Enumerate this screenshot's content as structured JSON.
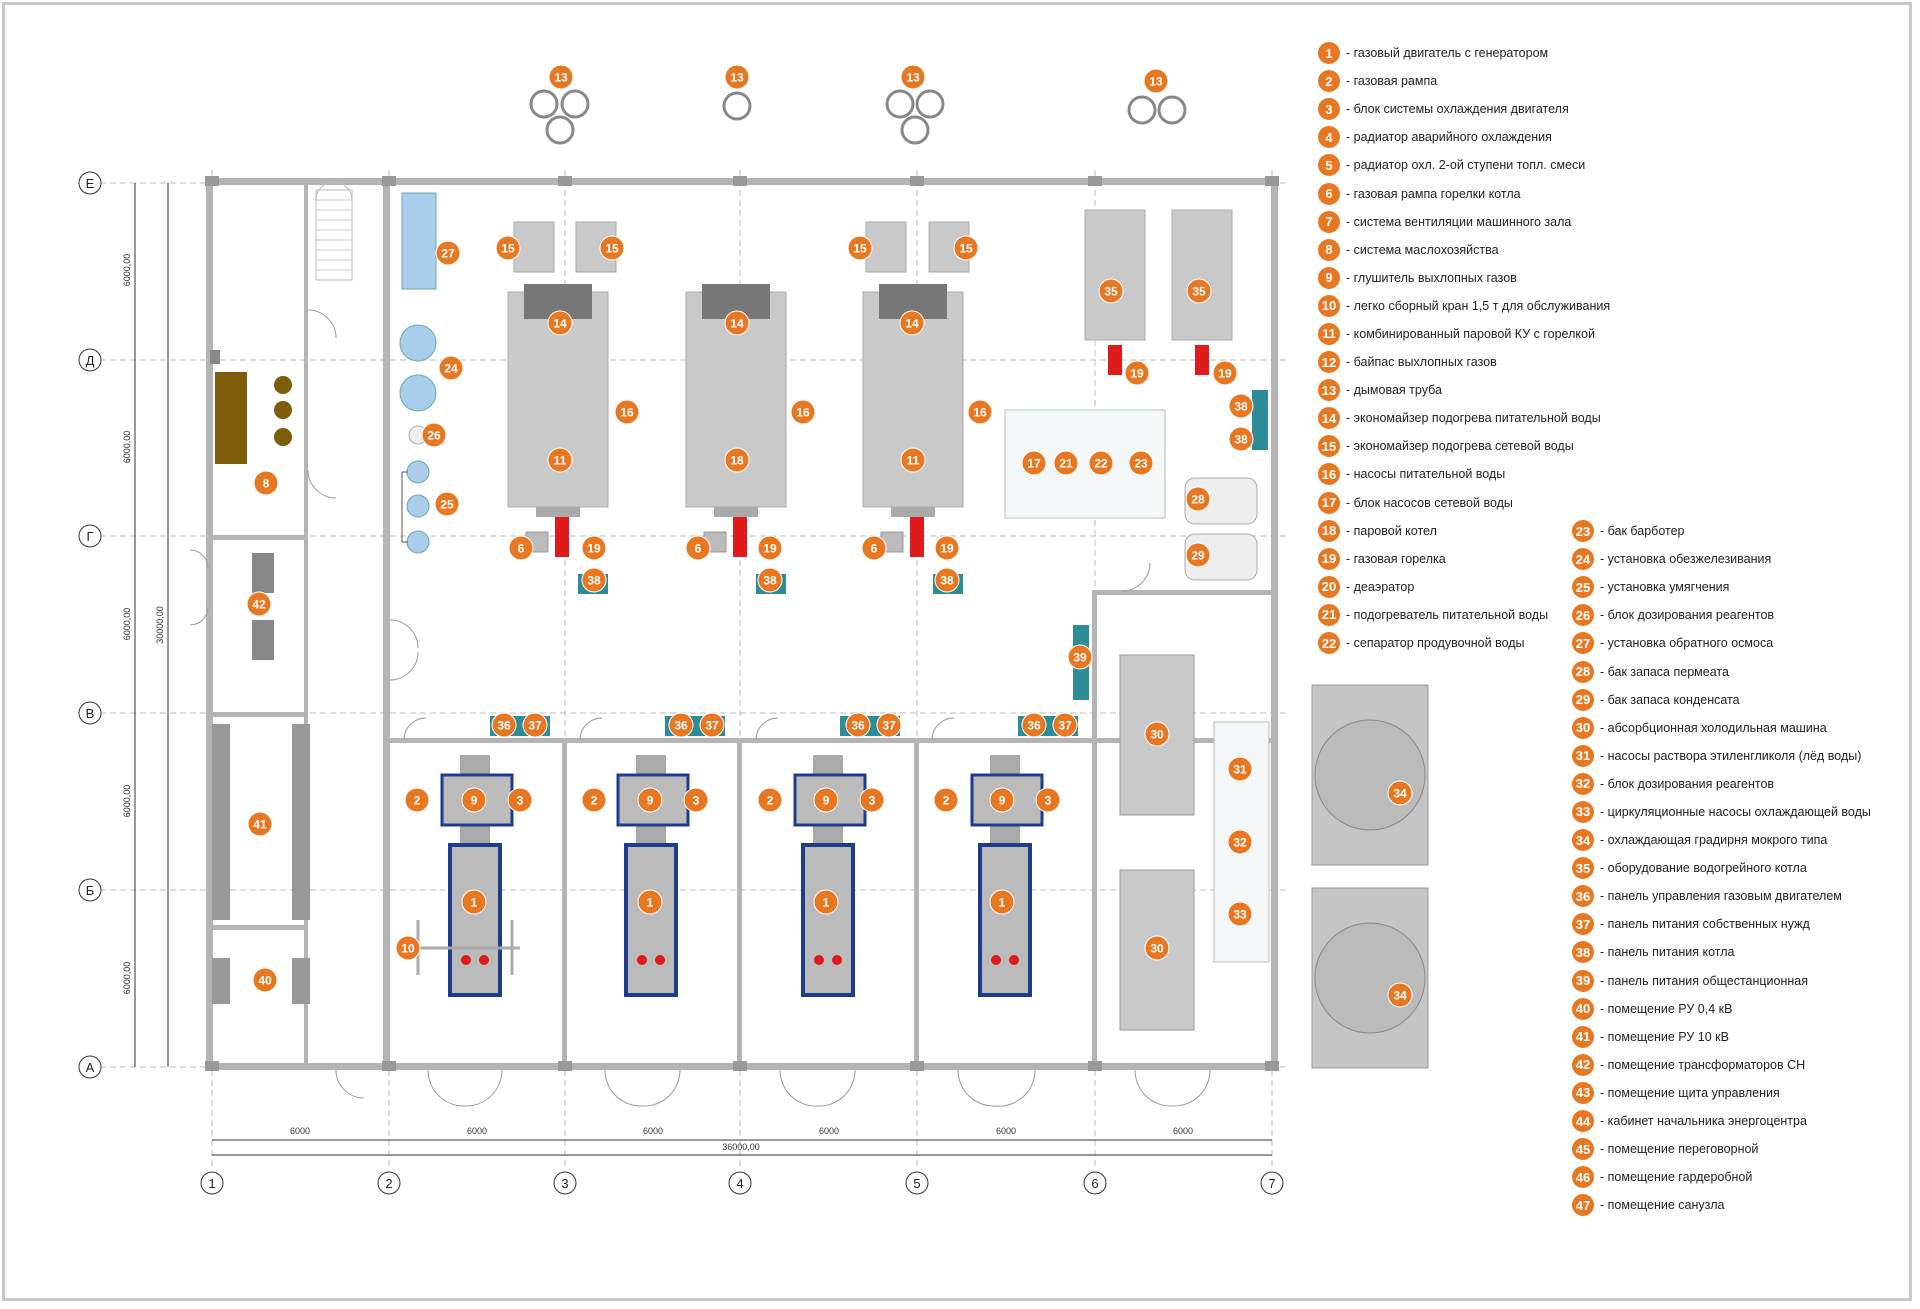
{
  "axes": {
    "rows": [
      "Е",
      "Д",
      "Г",
      "В",
      "Б",
      "А"
    ],
    "columns": [
      "1",
      "2",
      "3",
      "4",
      "5",
      "6",
      "7"
    ]
  },
  "dimensions": {
    "bay_width": "6000",
    "total_width": "36000,00",
    "row_spacing": "6000,00",
    "total_height": "30000,00"
  },
  "legend": {
    "items": [
      {
        "num": "1",
        "text": "- газовый двигатель с генератором"
      },
      {
        "num": "2",
        "text": "- газовая рампа"
      },
      {
        "num": "3",
        "text": "- блок системы охлаждения двигателя"
      },
      {
        "num": "4",
        "text": "- радиатор аварийного охлаждения"
      },
      {
        "num": "5",
        "text": "- радиатор охл. 2-ой ступени топл. смеси"
      },
      {
        "num": "6",
        "text": "- газовая рампа горелки котла"
      },
      {
        "num": "7",
        "text": "- система вентиляции машинного зала"
      },
      {
        "num": "8",
        "text": "- система маслохозяйства"
      },
      {
        "num": "9",
        "text": "- глушитель выхлопных газов"
      },
      {
        "num": "10",
        "text": "- легко сборный кран 1,5 т для обслуживания"
      },
      {
        "num": "11",
        "text": "- комбинированный паровой КУ с горелкой"
      },
      {
        "num": "12",
        "text": "- байпас выхлопных газов"
      },
      {
        "num": "13",
        "text": "- дымовая труба"
      },
      {
        "num": "14",
        "text": "- экономайзер подогрева питательной воды"
      },
      {
        "num": "15",
        "text": "- экономайзер подогрева сетевой воды"
      },
      {
        "num": "16",
        "text": "- насосы питательной воды"
      },
      {
        "num": "17",
        "text": "- блок насосов сетевой воды"
      },
      {
        "num": "18",
        "text": "- паровой котел"
      },
      {
        "num": "19",
        "text": "- газовая горелка"
      },
      {
        "num": "20",
        "text": "- деаэратор"
      },
      {
        "num": "21",
        "text": "- подогреватель питательной воды"
      },
      {
        "num": "22",
        "text": "- сепаратор продувочной воды"
      },
      {
        "num": "23",
        "text": "- бак барботер"
      },
      {
        "num": "24",
        "text": "- установка обезжелезивания"
      },
      {
        "num": "25",
        "text": "- установка умягчения"
      },
      {
        "num": "26",
        "text": "- блок дозирования реагентов"
      },
      {
        "num": "27",
        "text": "- установка обратного осмоса"
      },
      {
        "num": "28",
        "text": "- бак запаса пермеата"
      },
      {
        "num": "29",
        "text": "- бак запаса конденсата"
      },
      {
        "num": "30",
        "text": "- абсорбционная холодильная машина"
      },
      {
        "num": "31",
        "text": "- насосы раствора этиленгликоля (лёд воды)"
      },
      {
        "num": "32",
        "text": "- блок дозирования реагентов"
      },
      {
        "num": "33",
        "text": "- циркуляционные насосы охлаждающей воды"
      },
      {
        "num": "34",
        "text": "- охлаждающая градирня мокрого типа"
      },
      {
        "num": "35",
        "text": "- оборудование водогрейного котла"
      },
      {
        "num": "36",
        "text": "- панель управления газовым двигателем"
      },
      {
        "num": "37",
        "text": "- панель питания собственных нужд"
      },
      {
        "num": "38",
        "text": "- панель питания котла"
      },
      {
        "num": "39",
        "text": "- панель питания общестанционная"
      },
      {
        "num": "40",
        "text": "- помещение РУ 0,4 кВ"
      },
      {
        "num": "41",
        "text": "- помещение РУ 10 кВ"
      },
      {
        "num": "42",
        "text": "- помещение трансформаторов СН"
      },
      {
        "num": "43",
        "text": "- помещение щита управления"
      },
      {
        "num": "44",
        "text": "- кабинет начальника энергоцентра"
      },
      {
        "num": "45",
        "text": "- помещение переговорной"
      },
      {
        "num": "46",
        "text": "- помещение гардеробной"
      },
      {
        "num": "47",
        "text": "- помещение санузла"
      }
    ]
  },
  "colors": {
    "marker": "#e87722",
    "wall": "#b4b4b4",
    "equipment": "#c9c9c9",
    "panel": "#2e8b98",
    "burner": "#e01b1b",
    "water": "#a9cdea",
    "oil": "#7d5d0a",
    "engine_frame": "#1e3c8c"
  }
}
